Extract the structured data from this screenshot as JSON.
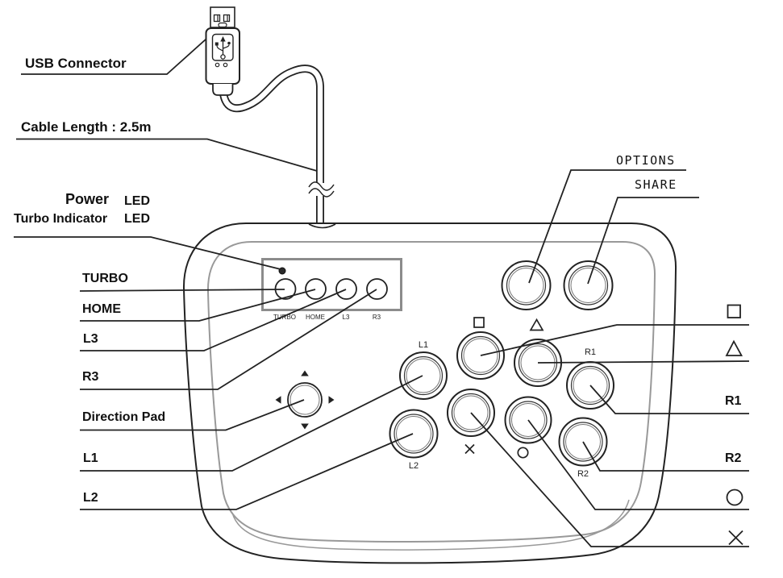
{
  "labels": {
    "usb_connector": "USB Connector",
    "cable_length": "Cable Length : 2.5m",
    "power": "Power",
    "power_led": "LED",
    "turbo_indicator": "Turbo Indicator",
    "turbo_indicator_led": "LED",
    "turbo": "TURBO",
    "home": "HOME",
    "l3": "L3",
    "r3": "R3",
    "direction_pad": "Direction Pad",
    "l1": "L1",
    "l2": "L2",
    "options": "OPTIONS",
    "share": "SHARE",
    "r1": "R1",
    "r2": "R2"
  },
  "controller": {
    "panel_buttons": [
      "TURBO",
      "HOME",
      "L3",
      "R3"
    ],
    "button_labels": {
      "l1": "L1",
      "r1": "R1",
      "l2": "L2",
      "r2": "R2"
    },
    "face_symbols": [
      "square",
      "triangle",
      "cross",
      "circle"
    ],
    "margin_symbols": [
      "square",
      "triangle",
      "r1",
      "r2",
      "circle",
      "cross"
    ]
  },
  "icons": {
    "usb_trident": "usb-trident-icon",
    "square": "square-symbol-icon",
    "triangle": "triangle-symbol-icon",
    "circle": "circle-symbol-icon",
    "cross": "cross-symbol-icon",
    "dpad_arrows": "dpad-arrow-icons",
    "power_led_dot": "power-led-dot"
  },
  "colors": {
    "line": "#222222",
    "inner_shell": "#999999",
    "panel_border": "#8c8c8c",
    "text": "#111111",
    "background": "#ffffff"
  }
}
